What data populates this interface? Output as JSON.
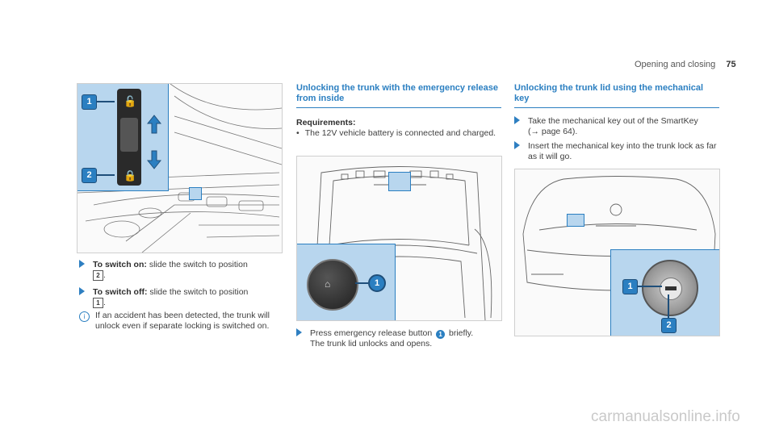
{
  "header": {
    "section": "Opening and closing",
    "page": "75"
  },
  "left": {
    "steps": [
      {
        "lead": "To switch on:",
        "text": "slide the switch to position",
        "ref": "2",
        "end": "."
      },
      {
        "lead": "To switch off:",
        "text": "slide the switch to position",
        "ref": "1",
        "end": "."
      }
    ],
    "note": "If an accident has been detected, the trunk will unlock even if separate locking is switched on.",
    "callouts": [
      "1",
      "2"
    ]
  },
  "middle": {
    "title": "Unlocking the trunk with the emergency release from inside",
    "req_label": "Requirements:",
    "req_item": "The 12V vehicle battery is connected and charged.",
    "step_a": "Press emergency release button",
    "step_ref": "1",
    "step_b": "briefly.",
    "step_result": "The trunk lid unlocks and opens.",
    "callout": "1"
  },
  "right": {
    "title": "Unlocking the trunk lid using the mechanical key",
    "step1_a": "Take the mechanical key out of the SmartKey",
    "step1_b": "(→ page 64).",
    "step2": "Insert the mechanical key into the trunk lock as far as it will go.",
    "callouts": [
      "1",
      "2"
    ]
  },
  "watermark": "carmanualsonline.info",
  "colors": {
    "accent": "#2b7fc1",
    "panel": "#b8d6ee"
  }
}
